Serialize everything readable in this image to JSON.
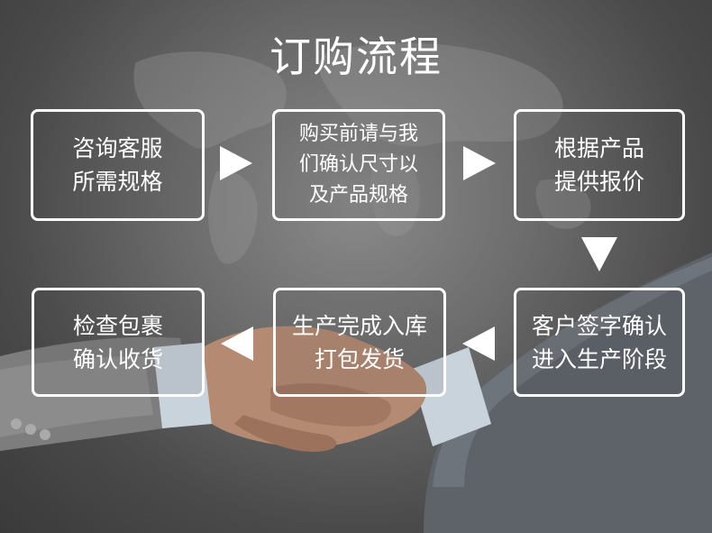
{
  "title": "订购流程",
  "steps": [
    {
      "id": "consult",
      "text": "咨询客服\n所需规格"
    },
    {
      "id": "confirm-size",
      "text": "购买前请与我\n们确认尺寸以\n及产品规格"
    },
    {
      "id": "quote",
      "text": "根据产品\n提供报价"
    },
    {
      "id": "sign",
      "text": "客户签字确认\n进入生产阶段"
    },
    {
      "id": "warehouse",
      "text": "生产完成入库\n打包发货"
    },
    {
      "id": "inspect",
      "text": "检查包裹\n确认收货"
    }
  ],
  "colors": {
    "box_border": "#ffffff",
    "text": "#ffffff",
    "background": "#5a5a5a"
  },
  "icons": {
    "arrow_right": "triangle-right-icon",
    "arrow_left": "triangle-left-icon",
    "arrow_down": "triangle-down-icon"
  }
}
